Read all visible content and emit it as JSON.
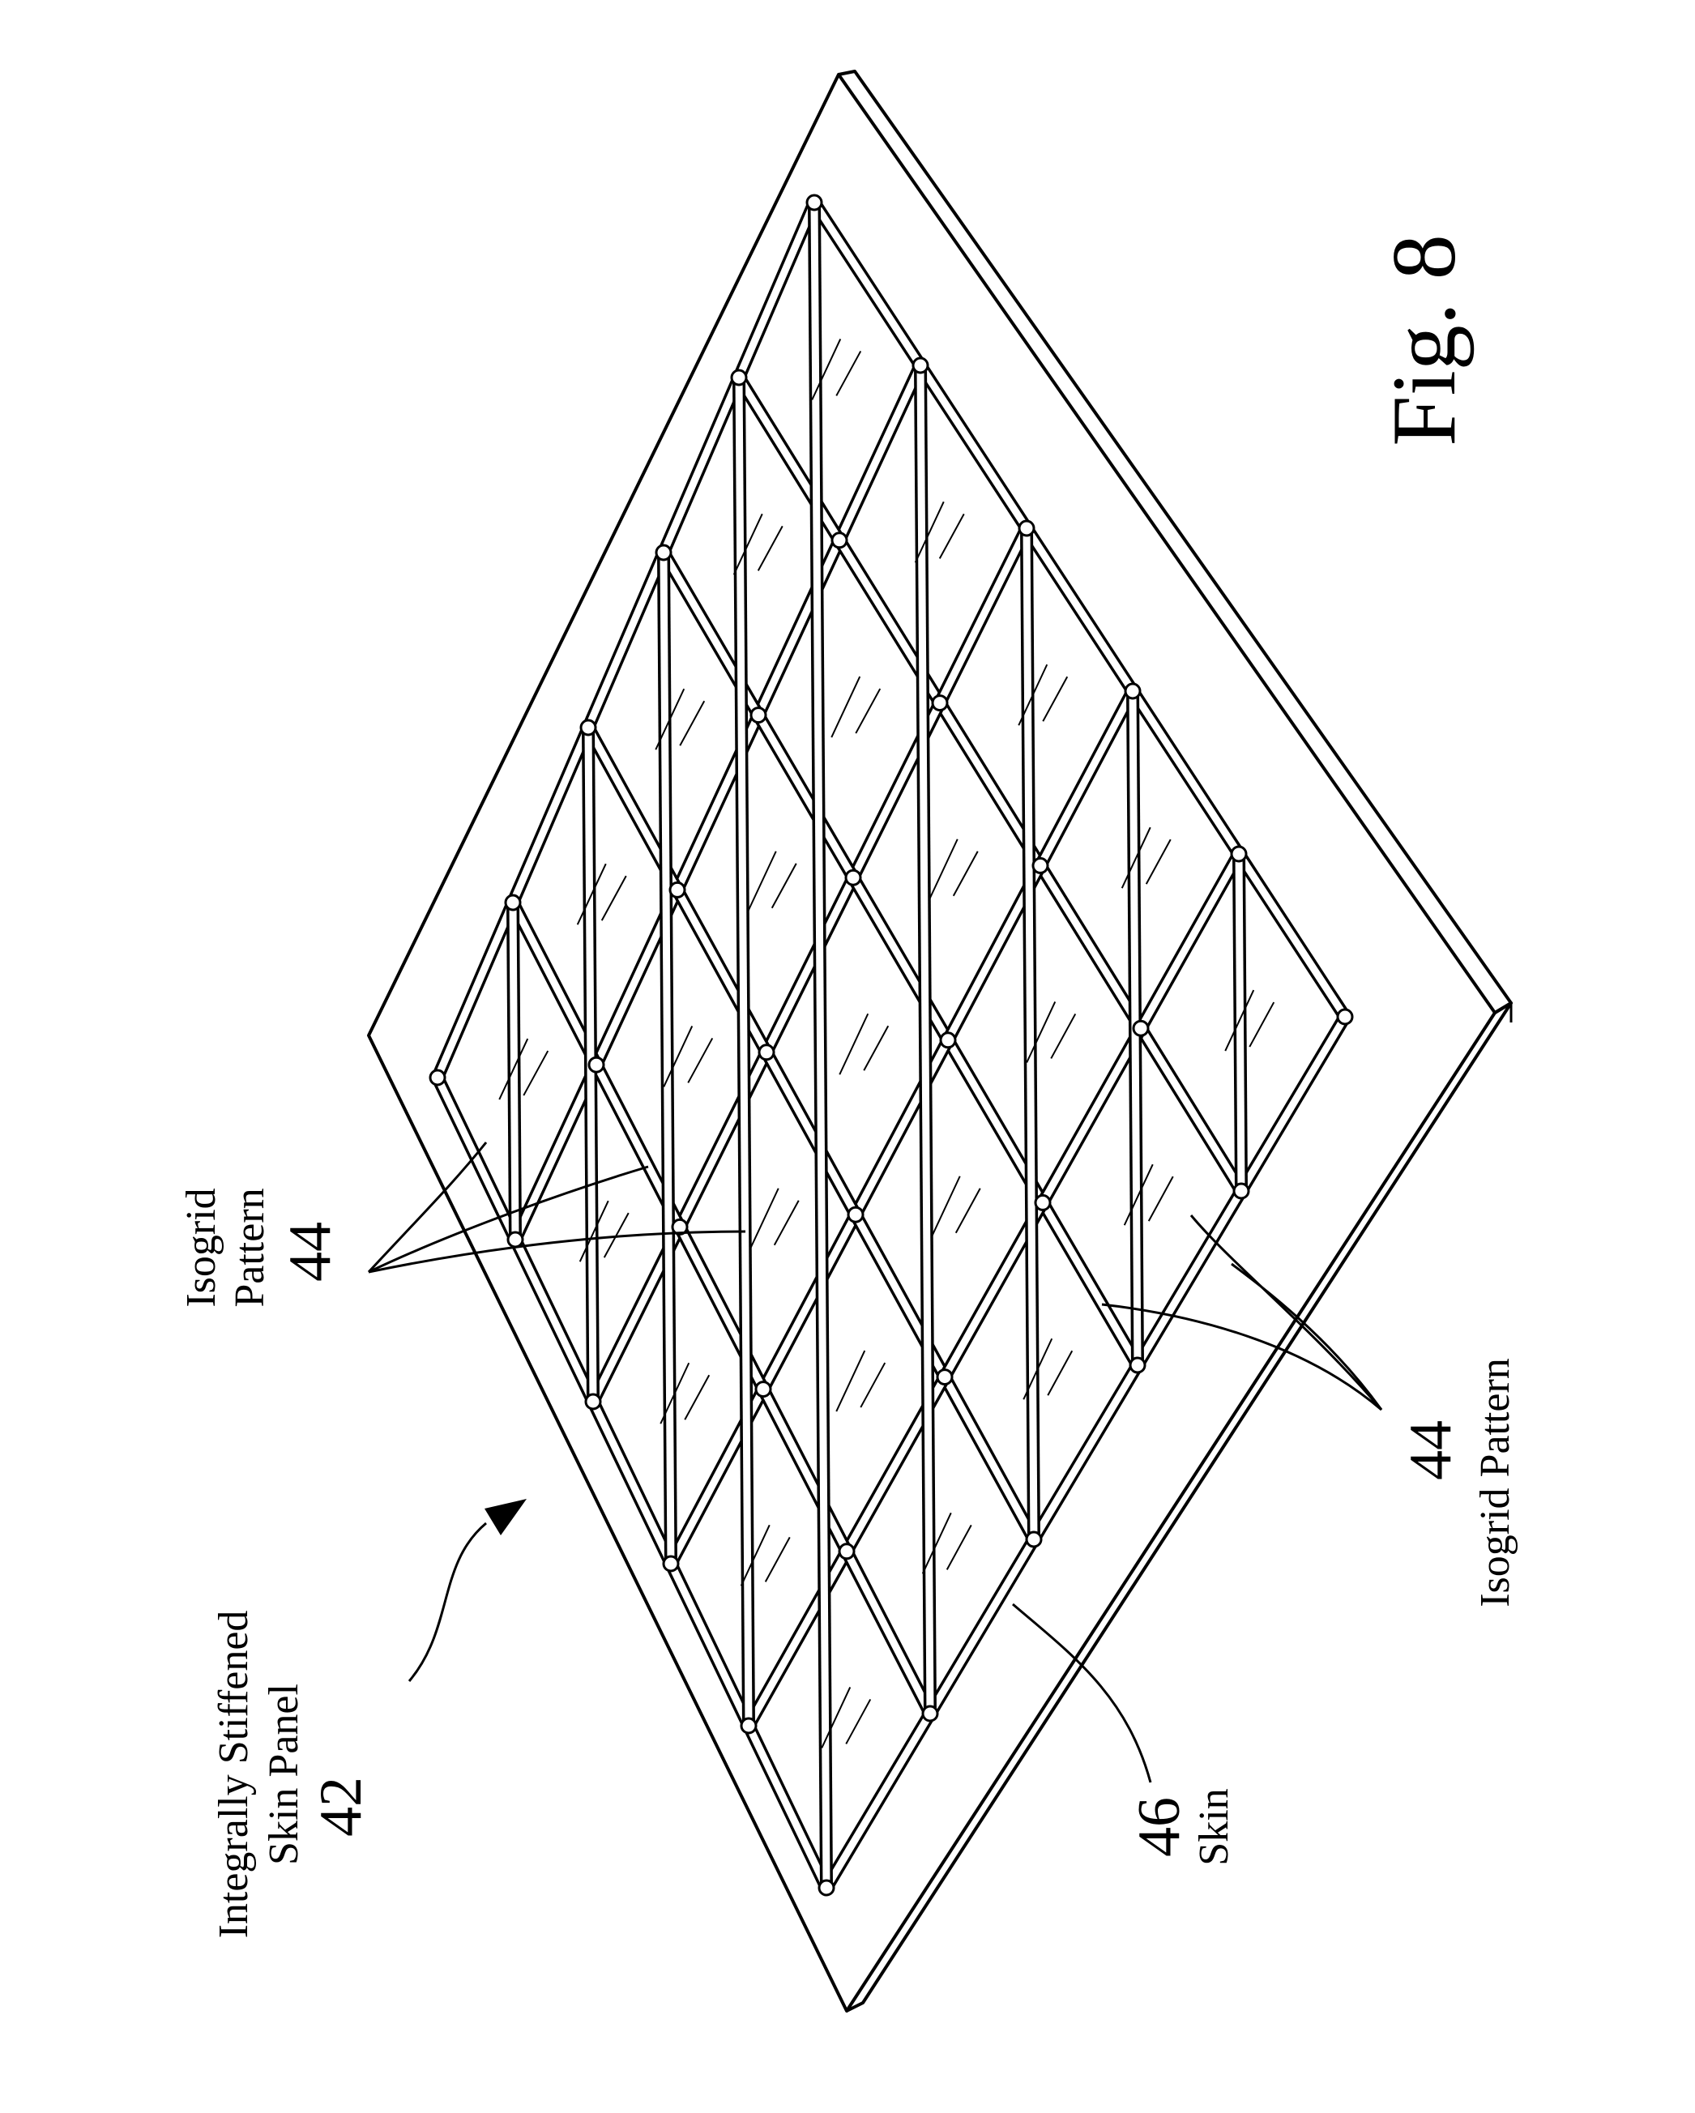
{
  "figure_label": "Fig. 8",
  "labels": {
    "panel": {
      "line1": "Integrally Stiffened",
      "line2": "Skin Panel",
      "number": "42"
    },
    "isogrid_left": {
      "line1": "Isogrid",
      "line2": "Pattern",
      "number": "44"
    },
    "isogrid_right": {
      "text": "Isogrid Pattern",
      "number": "44"
    },
    "skin": {
      "text": "Skin",
      "number": "46"
    }
  }
}
